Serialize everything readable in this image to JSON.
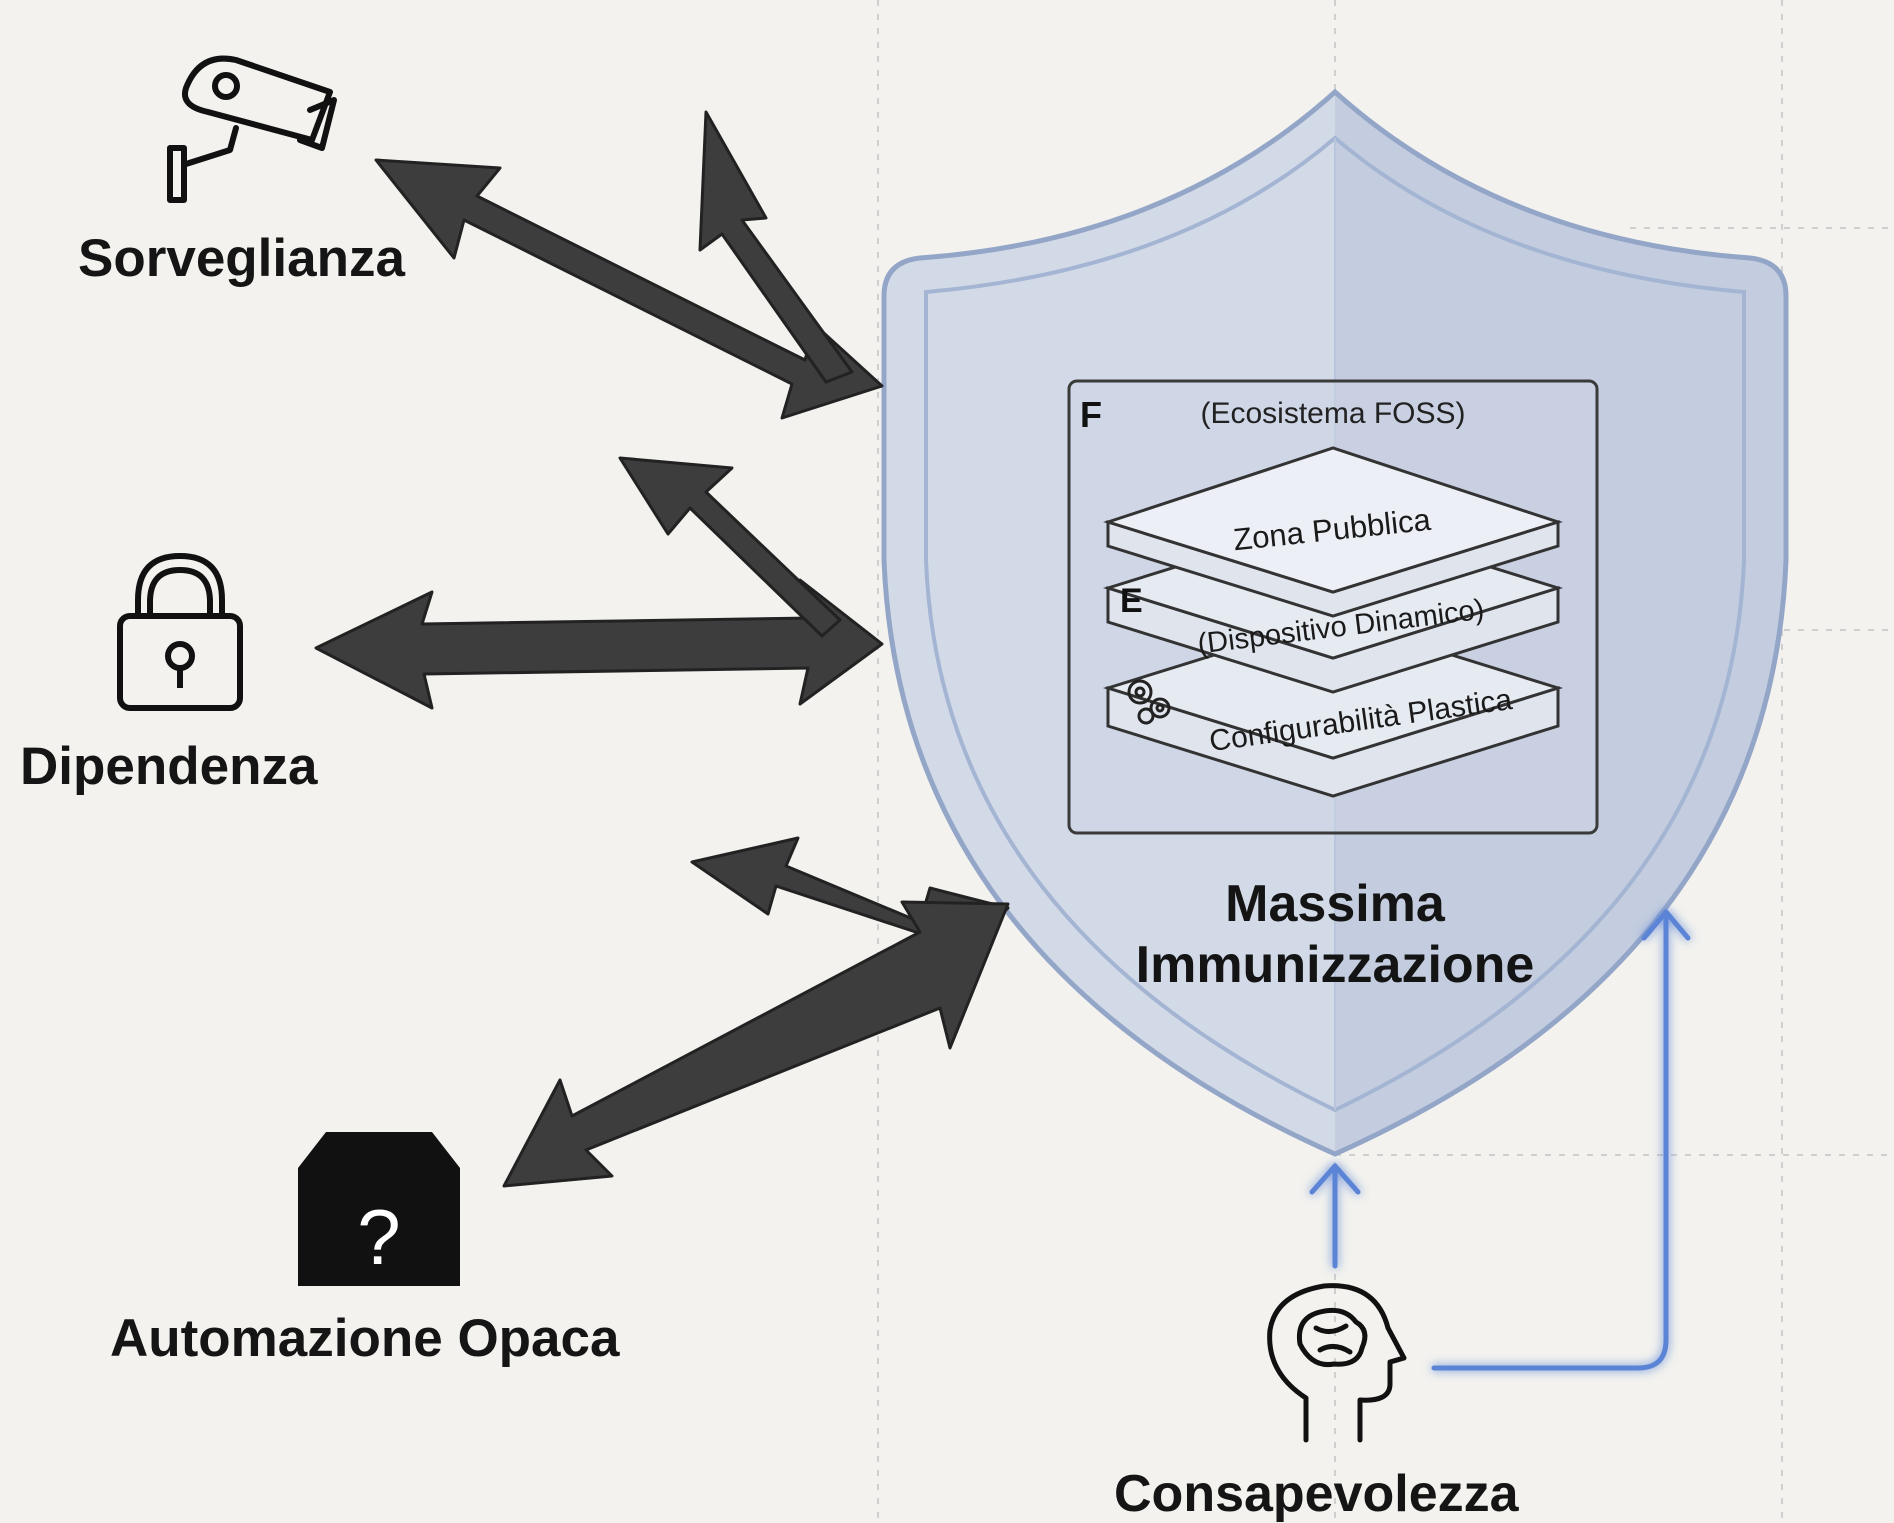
{
  "threats": [
    {
      "label": "Sorveglianza",
      "icon": "security-camera-icon"
    },
    {
      "label": "Dipendenza",
      "icon": "padlock-icon"
    },
    {
      "label": "Automazione Opaca",
      "icon": "black-box-icon"
    }
  ],
  "shield": {
    "title_line1": "Massima",
    "title_line2": "Immunizzazione",
    "fill_color": "#c7d0e0",
    "border_color": "#8fa3c6"
  },
  "foss_box": {
    "letter": "F",
    "title": "(Ecosistema FOSS)",
    "layers": [
      {
        "label": "Zona Pubblica"
      },
      {
        "letter": "E",
        "label": "(Dispositivo Dinamico)"
      },
      {
        "label": "Configurabilità Plastica",
        "icon": "gears-icon"
      }
    ]
  },
  "awareness": {
    "label": "Consapevolezza",
    "icon": "brain-head-icon",
    "arrow_color": "#5b84d6"
  },
  "arrow_color": "#3a3a3a",
  "box_icon_glyph": "?"
}
